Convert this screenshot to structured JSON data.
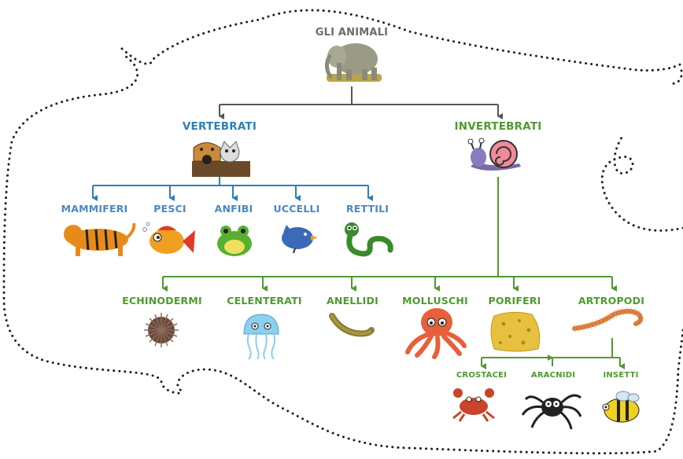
{
  "title": "GLI ANIMALI",
  "groups": {
    "vertebrati": {
      "label": "VERTEBRATI",
      "items": [
        "MAMMIFERI",
        "PESCI",
        "ANFIBI",
        "UCCELLI",
        "RETTILI"
      ]
    },
    "invertebrati": {
      "label": "INVERTEBRATI",
      "items": [
        "ECHINODERMI",
        "CELENTERATI",
        "ANELLIDI",
        "MOLLUSCHI",
        "PORIFERI",
        "ARTROPODI"
      ]
    },
    "artropodi": {
      "items": [
        "CROSTACEI",
        "ARACNIDI",
        "INSETTI"
      ]
    }
  },
  "colors": {
    "root": "#6b6b6b",
    "vertebrati": "#2e7fb8",
    "invertebrati": "#4f9a2f",
    "connector_root": "#555555",
    "outline": "#222222"
  },
  "icons": {
    "root": "elephant-icon",
    "vertebrati": "dog-cat-icon",
    "invertebrati": "snail-icon",
    "vertebrati_items": [
      "tiger-icon",
      "fish-icon",
      "frog-icon",
      "bird-icon",
      "snake-icon"
    ],
    "invertebrati_items": [
      "sea-urchin-icon",
      "jellyfish-icon",
      "worm-icon",
      "octopus-icon",
      "sponge-icon",
      "centipede-icon"
    ],
    "artropodi_items": [
      "crab-icon",
      "spider-icon",
      "bee-icon"
    ]
  }
}
